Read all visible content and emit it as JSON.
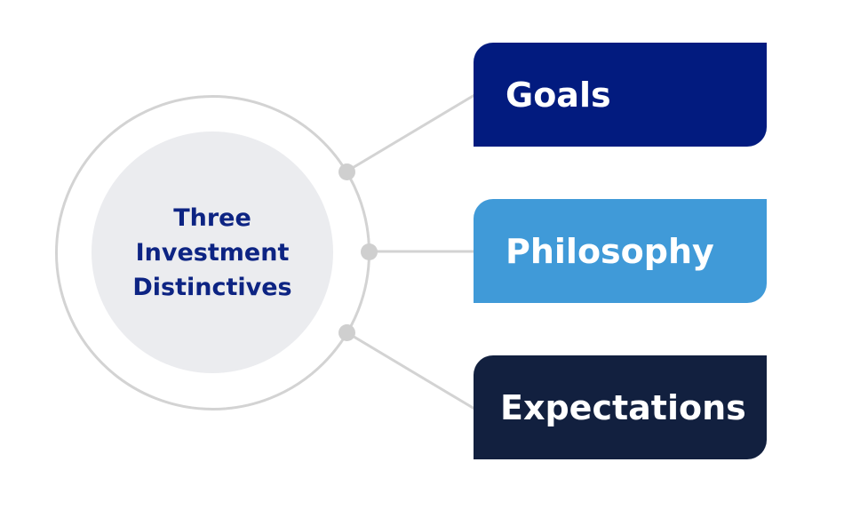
{
  "center": {
    "line1": "Three",
    "line2": "Investment",
    "line3": "Distinctives",
    "fill_color": "#ebecef",
    "text_color": "#0d2483"
  },
  "branches": [
    {
      "label": "Goals",
      "color": "#021b7f"
    },
    {
      "label": "Philosophy",
      "color": "#409ad8"
    },
    {
      "label": "Expectations",
      "color": "#12203f"
    }
  ],
  "connector_color": "#d3d3d3"
}
